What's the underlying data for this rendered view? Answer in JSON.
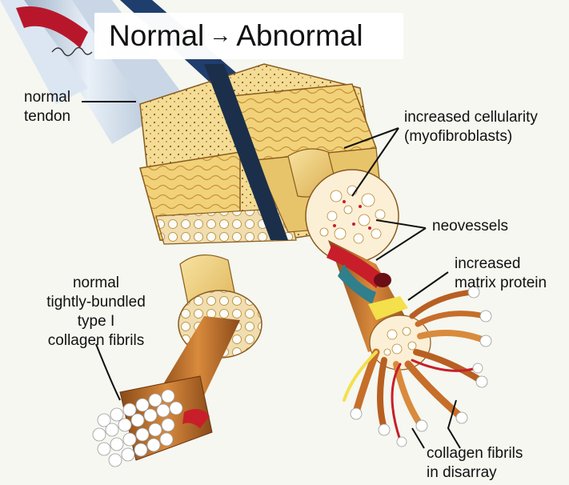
{
  "title": {
    "left": "Normal",
    "arrow": "→",
    "right": "Abnormal"
  },
  "labels": {
    "normal_tendon": [
      "normal",
      "tendon"
    ],
    "normal_fibrils": [
      "normal",
      "tightly-bundled",
      "type I",
      "collagen fibrils"
    ],
    "cellularity": [
      "increased cellularity",
      "(myofibroblasts)"
    ],
    "neovessels": [
      "neovessels"
    ],
    "matrix_protein": [
      "increased",
      "matrix protein"
    ],
    "disarray": [
      "collagen fibrils",
      "in disarray"
    ]
  },
  "colors": {
    "background": "#f5f7f0",
    "tendon_yellow": "#f1d27a",
    "tendon_dark": "#b88a2c",
    "fibril_orange": "#c66e2a",
    "vessel_red": "#c81e2a",
    "vessel_teal": "#2f7f8c",
    "fibril_white": "#ffffff"
  },
  "icons": [
    "signature-icon"
  ]
}
